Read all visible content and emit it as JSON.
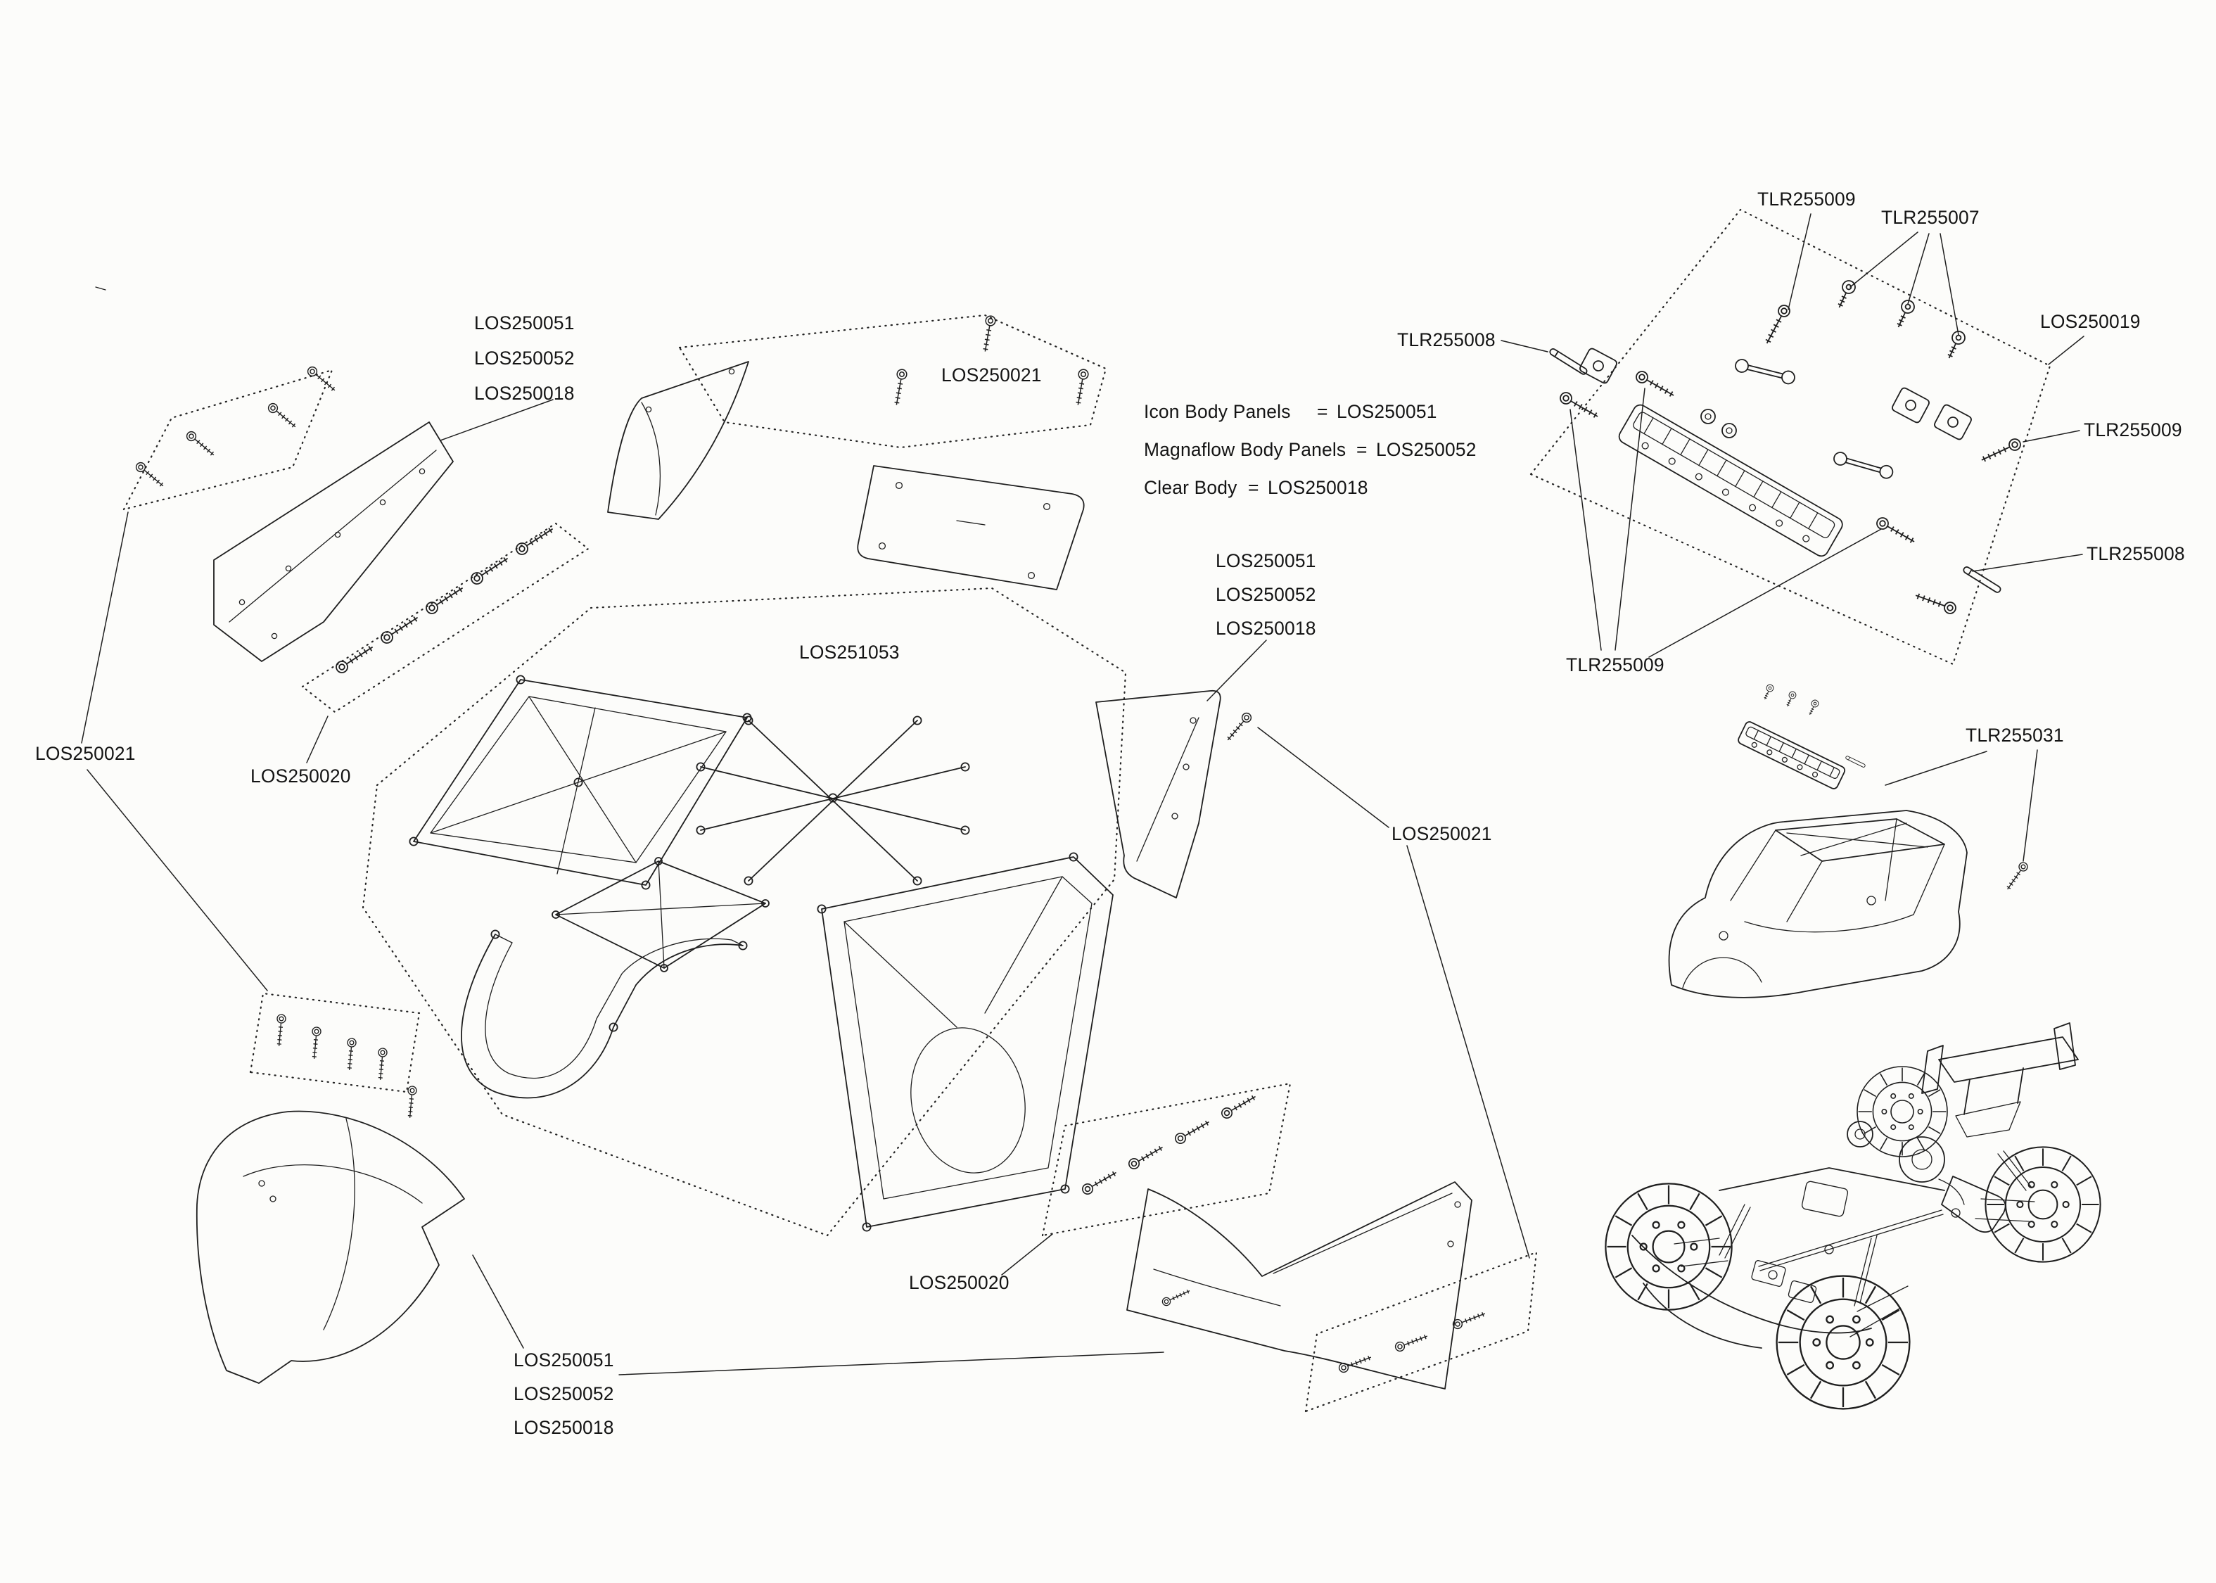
{
  "legend": {
    "rows": [
      {
        "name": "Icon Body Panels",
        "eq": "=",
        "code": "LOS250051"
      },
      {
        "name": "Magnaflow Body Panels",
        "eq": "=",
        "code": "LOS250052"
      },
      {
        "name": "Clear Body",
        "eq": "=",
        "code": "LOS250018"
      }
    ]
  },
  "callouts": {
    "body_panels_top_left": [
      "LOS250051",
      "LOS250052",
      "LOS250018"
    ],
    "hardware_top_center": "LOS250021",
    "hardware_far_left": "LOS250021",
    "screw_strip_left": "LOS250020",
    "roll_cage_set": "LOS251053",
    "body_panels_right": [
      "LOS250051",
      "LOS250052",
      "LOS250018"
    ],
    "hardware_right": "LOS250021",
    "screw_strip_bottom": "LOS250020",
    "body_panels_bottom_left": [
      "LOS250051",
      "LOS250052",
      "LOS250018"
    ],
    "screws_top": "TLR255009",
    "button_screws": "TLR255007",
    "pin_left": "TLR255008",
    "mount_set": "LOS250019",
    "screw_right": "TLR255009",
    "pin_right": "TLR255008",
    "screws_lower": "TLR255009",
    "screw_set_assembled": "TLR255031"
  }
}
